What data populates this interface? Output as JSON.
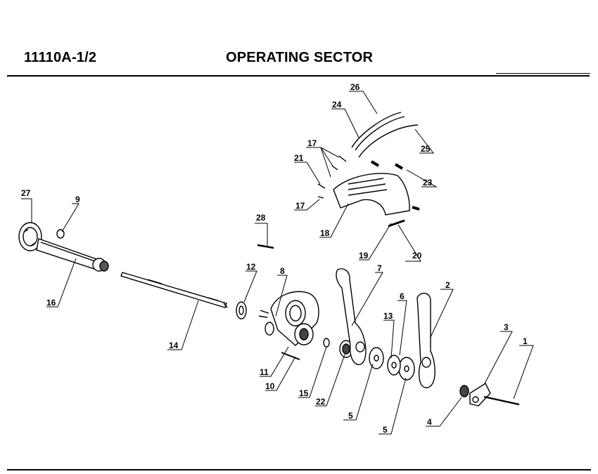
{
  "header": {
    "part_code": "11110A-1/2",
    "title": "OPERATING SECTOR"
  },
  "callouts": [
    "1",
    "2",
    "3",
    "4",
    "5",
    "5",
    "6",
    "7",
    "8",
    "9",
    "10",
    "11",
    "12",
    "13",
    "14",
    "15",
    "16",
    "17",
    "17",
    "18",
    "19",
    "20",
    "21",
    "22",
    "23",
    "24",
    "25",
    "26",
    "27",
    "28"
  ]
}
